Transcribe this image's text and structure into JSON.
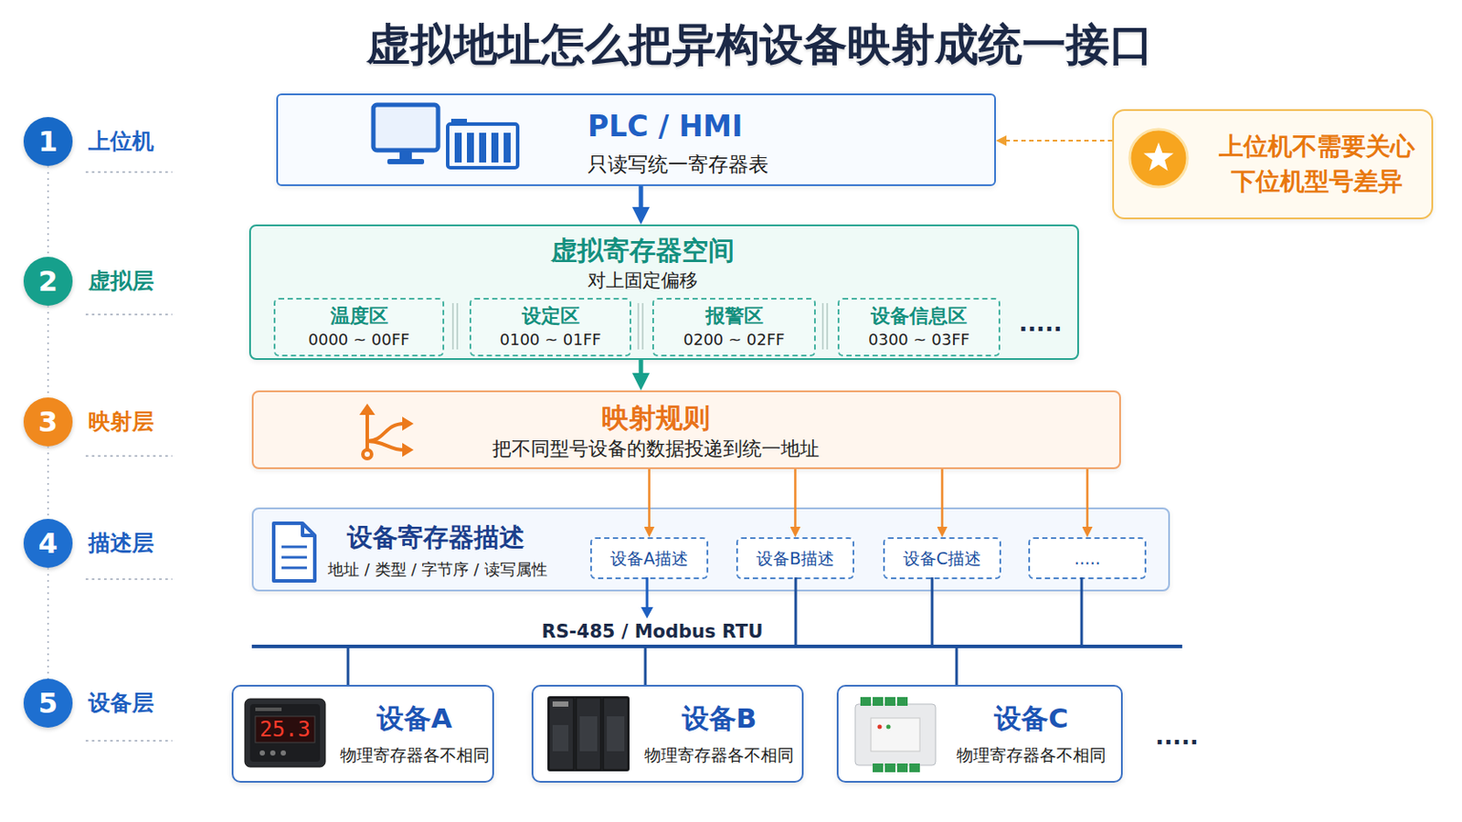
{
  "diagram": {
    "title": "虚拟地址怎么把异构设备映射成统一接口",
    "nodes": [
      {
        "text": [
          "1",
          "上位机"
        ]
      },
      {
        "text": [
          "PLC / HMI",
          "只读写统一寄存器表"
        ]
      },
      {
        "text": [
          "上位机不需要关心 下位机型号差异"
        ]
      },
      {
        "text": [
          "2",
          "虚拟层"
        ]
      },
      {
        "text": [
          "虚拟寄存器空间",
          "对上固定偏移"
        ]
      },
      {
        "text": [
          "温度区",
          "0000 ~ 00FF"
        ],
        "in": 4
      },
      {
        "text": [
          "设定区",
          "0100 ~ 01FF"
        ],
        "in": 4
      },
      {
        "text": [
          "报警区",
          "0200 ~ 02FF"
        ],
        "in": 4
      },
      {
        "text": [
          "设备信息区",
          "0300 ~ 03FF"
        ],
        "in": 4
      },
      {
        "text": [
          "3",
          "映射层"
        ]
      },
      {
        "text": [
          "映射规则",
          "把不同型号设备的数据投递到统一地址"
        ]
      },
      {
        "text": [
          "4",
          "描述层"
        ]
      },
      {
        "text": [
          "设备寄存器描述",
          "地址 / 类型 / 字节序 / 读写属性"
        ]
      },
      {
        "text": [
          "设备A描述"
        ],
        "in": 12
      },
      {
        "text": [
          "设备B描述"
        ],
        "in": 12
      },
      {
        "text": [
          "设备C描述"
        ],
        "in": 12
      },
      {
        "text": [
          "....."
        ],
        "in": 12
      },
      {
        "text": [
          "5",
          "设备层"
        ]
      },
      {
        "text": [
          "设备A",
          "物理寄存器各不相同"
        ]
      },
      {
        "text": [
          "设备B",
          "物理寄存器各不相同"
        ]
      },
      {
        "text": [
          "设备C",
          "物理寄存器各不相同"
        ]
      }
    ],
    "edges": [
      {
        "from": 0,
        "to": 3,
        "arrow": "none"
      },
      {
        "from": 3,
        "to": 9,
        "arrow": "none"
      },
      {
        "from": 9,
        "to": 11,
        "arrow": "none"
      },
      {
        "from": 11,
        "to": 17,
        "arrow": "none"
      },
      {
        "from": 2,
        "to": 1,
        "arrow": "to"
      },
      {
        "from": 1,
        "to": 4,
        "arrow": "to"
      },
      {
        "from": 4,
        "to": 10,
        "arrow": "to"
      },
      {
        "from": 10,
        "to": 13,
        "arrow": "to"
      },
      {
        "from": 10,
        "to": 14,
        "arrow": "to"
      },
      {
        "from": 10,
        "to": 15,
        "arrow": "to"
      },
      {
        "from": 10,
        "to": 16,
        "arrow": "to"
      }
    ],
    "labels": [
      ".....",
      "RS-485 / Modbus RTU",
      "25.3",
      "....."
    ]
  }
}
